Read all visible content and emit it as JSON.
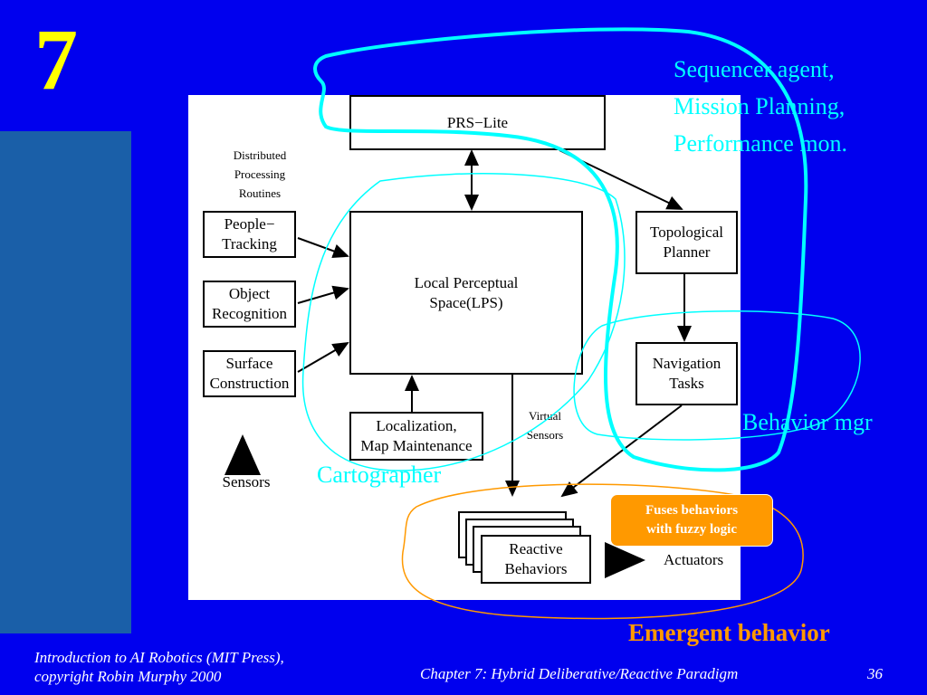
{
  "slide": {
    "chapter_number": "7",
    "footer_left_line1": "Introduction to AI Robotics (MIT Press),",
    "footer_left_line2": "copyright Robin Murphy 2000",
    "footer_center": "Chapter 7: Hybrid Deliberative/Reactive Paradigm",
    "page_number": "36"
  },
  "diagram": {
    "prs_lite": "PRS−Lite",
    "distributed_1": "Distributed",
    "distributed_2": "Processing",
    "distributed_3": "Routines",
    "people_tracking_1": "People−",
    "people_tracking_2": "Tracking",
    "object_recognition_1": "Object",
    "object_recognition_2": "Recognition",
    "surface_construction_1": "Surface",
    "surface_construction_2": "Construction",
    "lps_1": "Local Perceptual",
    "lps_2": "Space(LPS)",
    "topological_1": "Topological",
    "topological_2": "Planner",
    "navigation_1": "Navigation",
    "navigation_2": "Tasks",
    "localization_1": "Localization,",
    "localization_2": "Map Maintenance",
    "virtual_1": "Virtual",
    "virtual_2": "Sensors",
    "sensors": "Sensors",
    "reactive_1": "Reactive",
    "reactive_2": "Behaviors",
    "actuators": "Actuators"
  },
  "annotations": {
    "sequencer_1": "Sequencer agent,",
    "sequencer_2": "Mission Planning,",
    "sequencer_3": "Performance mon.",
    "cartographer": "Cartographer",
    "behavior_mgr": "Behavior mgr",
    "fuzzy_1": "Fuses behaviors",
    "fuzzy_2": "with fuzzy logic",
    "emergent": "Emergent behavior"
  },
  "colors": {
    "background": "#0000ee",
    "side_bar": "#1a5fa8",
    "chapter_number": "#ffff00",
    "cyan_annotation": "#00ffff",
    "orange_annotation": "#ff9900"
  }
}
